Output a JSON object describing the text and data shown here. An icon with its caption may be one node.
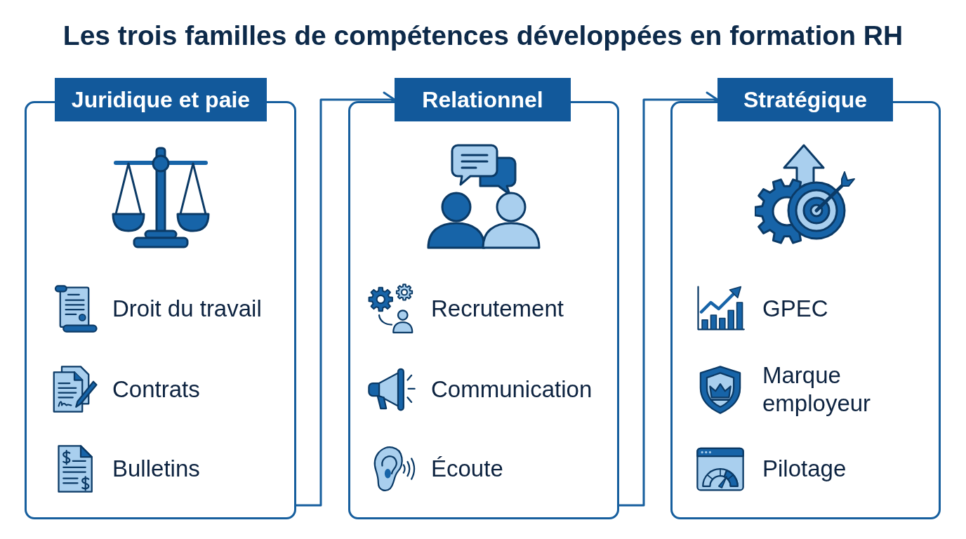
{
  "diagram": {
    "title": "Les trois familles de compétences développées en formation RH",
    "nodes": [
      {
        "text": [
          "Juridique et paie"
        ]
      },
      {
        "text": [
          "Droit du travail",
          "Contrats",
          "Bulletins"
        ]
      },
      {
        "text": [
          "Relationnel"
        ]
      },
      {
        "text": [
          "Recrutement",
          "Communication",
          "Écoute"
        ]
      },
      {
        "text": [
          "Stratégique"
        ]
      },
      {
        "text": [
          "GPEC",
          "Marque employeur",
          "Pilotage"
        ]
      }
    ],
    "edges": [
      {
        "from": 1,
        "to": 2,
        "arrow": "to"
      },
      {
        "from": 3,
        "to": 4,
        "arrow": "to"
      }
    ]
  }
}
